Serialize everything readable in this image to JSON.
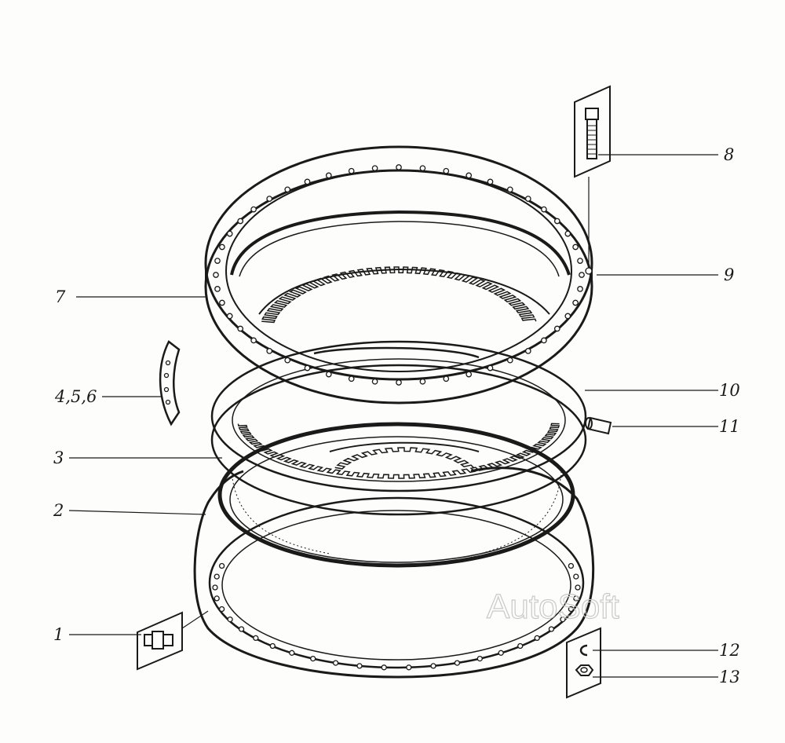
{
  "callouts": [
    {
      "id": "c1",
      "text": "1"
    },
    {
      "id": "c2",
      "text": "2"
    },
    {
      "id": "c3",
      "text": "3"
    },
    {
      "id": "c456",
      "text": "4,5,6"
    },
    {
      "id": "c7",
      "text": "7"
    },
    {
      "id": "c8",
      "text": "8"
    },
    {
      "id": "c9",
      "text": "9"
    },
    {
      "id": "c10",
      "text": "10"
    },
    {
      "id": "c11",
      "text": "11"
    },
    {
      "id": "c12",
      "text": "12"
    },
    {
      "id": "c13",
      "text": "13"
    }
  ],
  "watermark": "AutoSoft"
}
